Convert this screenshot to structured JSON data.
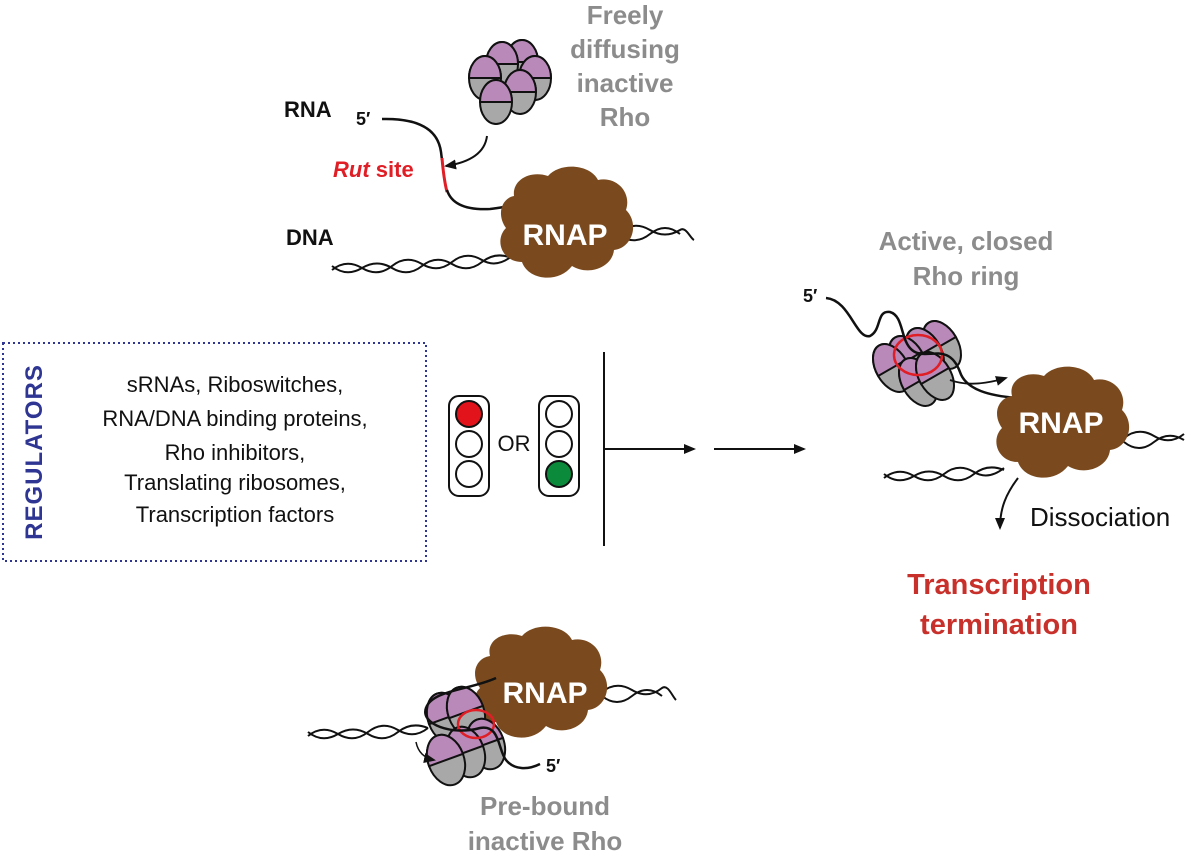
{
  "labels": {
    "freely_line1": "Freely",
    "freely_line2": "diffusing",
    "freely_line3": "inactive",
    "freely_line4": "Rho",
    "rna": "RNA",
    "five_prime": "5′",
    "rut_italic": "Rut",
    "rut_rest": " site",
    "dna": "DNA",
    "rnap": "RNAP",
    "active_line1": "Active, closed",
    "active_line2": "Rho ring",
    "dissociation": "Dissociation",
    "termination_line1": "Transcription",
    "termination_line2": "termination",
    "prebound_line1": "Pre-bound",
    "prebound_line2": "inactive Rho",
    "or": "OR"
  },
  "regulators": {
    "title": "REGULATORS",
    "items": [
      "sRNAs, Riboswitches,",
      "RNA/DNA binding proteins,",
      "Rho inhibitors,",
      "Translating ribosomes,",
      "Transcription factors"
    ]
  },
  "colors": {
    "rnap": "#7a4a1e",
    "rho_gray": "#a8a8a8",
    "rho_purple": "#b98ab9",
    "rut_red": "#e01e26",
    "termination_red": "#c8312b",
    "regulators_blue": "#2e3592",
    "light_red": "#e3131b",
    "light_green": "#0b8a3c",
    "label_gray": "#8c8c8c"
  }
}
